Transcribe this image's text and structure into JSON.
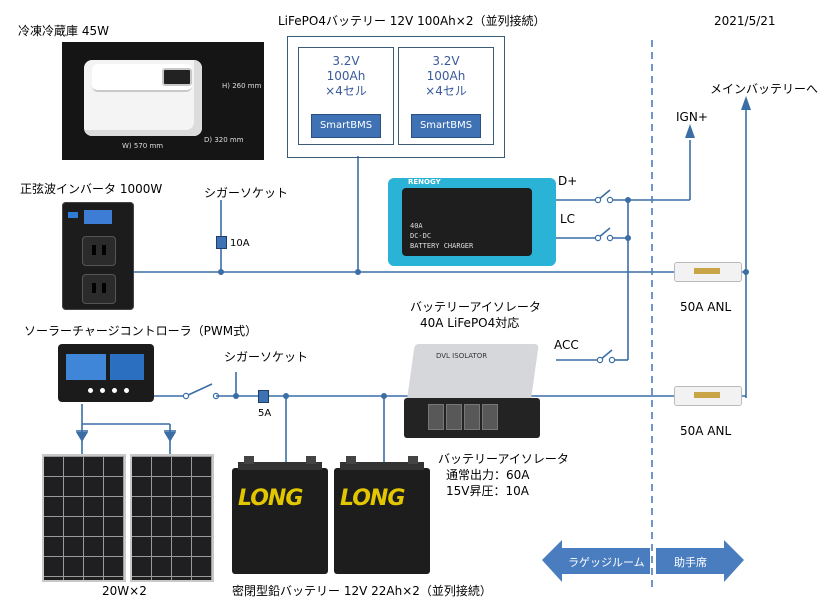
{
  "date": "2021/5/21",
  "freezer": {
    "label": "冷凍冷蔵庫 45W",
    "dim_width": "W) 570 mm",
    "dim_depth": "D) 320 mm",
    "dim_height": "H) 260 mm"
  },
  "inverter": {
    "label": "正弦波インバータ 1000W"
  },
  "lifepo4": {
    "label": "LiFePO4バッテリー 12V 100Ah×2（並列接続）",
    "cells": [
      {
        "voltage": "3.2V",
        "capacity": "100Ah",
        "count": "×4セル",
        "bms": "SmartBMS"
      },
      {
        "voltage": "3.2V",
        "capacity": "100Ah",
        "count": "×4セル",
        "bms": "SmartBMS"
      }
    ]
  },
  "cigar_socket_1": {
    "label": "シガーソケット",
    "fuse": "10A"
  },
  "cigar_socket_2": {
    "label": "シガーソケット",
    "fuse": "5A"
  },
  "charger": {
    "brand": "RENOGY",
    "rating": "40A",
    "line1": "DC-DC",
    "line2": "BATTERY CHARGER",
    "label_line1": "バッテリーアイソレータ",
    "label_line2": "40A LiFePO4対応"
  },
  "switches": {
    "d_plus": "D+",
    "lc": "LC",
    "acc": "ACC"
  },
  "ign": "IGN+",
  "main_battery": "メインバッテリーへ",
  "anl_top": "50A ANL",
  "anl_bottom": "50A ANL",
  "solar_controller": {
    "label": "ソーラーチャージコントローラ（PWM式）"
  },
  "solar_panels": {
    "label": "20W×2"
  },
  "lead_battery": {
    "logo": "LONG",
    "label": "密閉型鉛バッテリー 12V 22Ah×2（並列接続）"
  },
  "isolator": {
    "brand_text": "DVL ISOLATOR",
    "label_line1": "バッテリーアイソレータ",
    "label_line2": "通常出力：60A",
    "label_line3": "15V昇圧：10A"
  },
  "zones": {
    "left": "ラゲッジルーム",
    "right": "助手席"
  },
  "colors": {
    "wire": "#3a6ea5",
    "arrow": "#4a7dbf",
    "bms": "#3f72b5",
    "charger": "#2ab3d6"
  }
}
